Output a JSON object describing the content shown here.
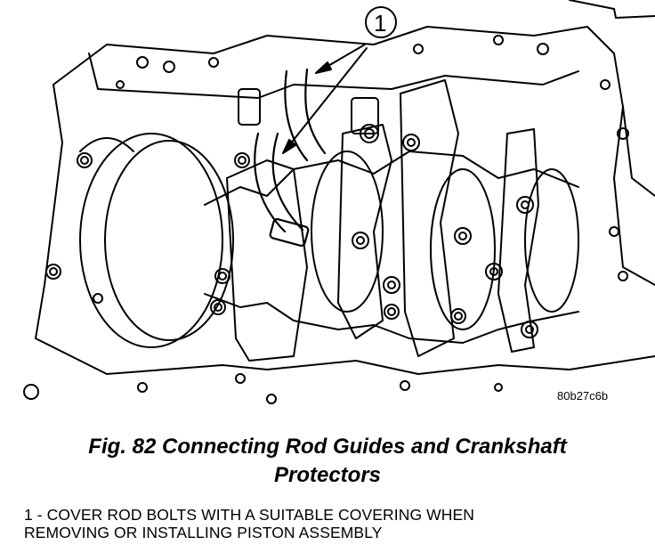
{
  "figure": {
    "callout_number": "1",
    "image_code": "80b27c6b",
    "caption_line1": "Fig. 82 Connecting Rod Guides and Crankshaft",
    "caption_line2": "Protectors",
    "note_line1": "1 - COVER ROD BOLTS WITH A SUITABLE COVERING WHEN",
    "note_line2": "REMOVING OR INSTALLING PISTON ASSEMBLY"
  }
}
